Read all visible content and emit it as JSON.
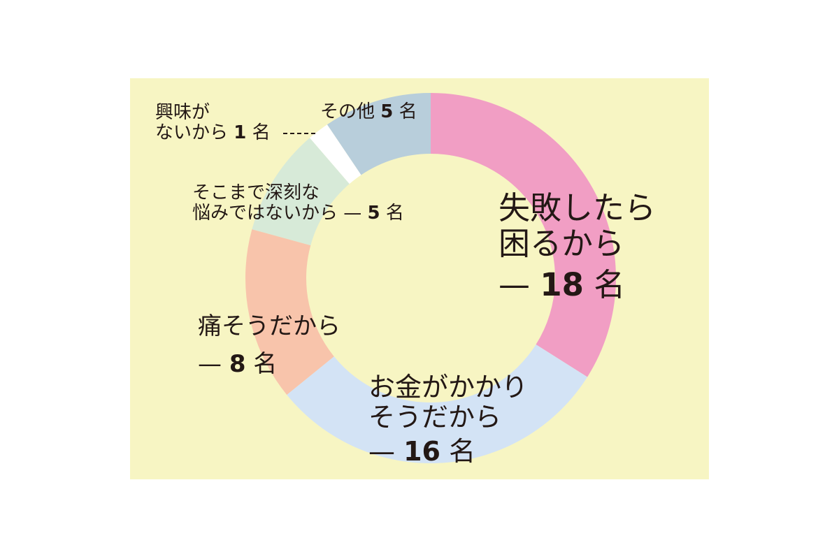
{
  "chart_data": {
    "type": "pie",
    "donut": true,
    "unit": "名",
    "colors": {
      "background": "#f7f5c3",
      "text": "#231815"
    },
    "slices": [
      {
        "label": "失敗したら困るから",
        "lines": [
          "失敗したら",
          "困るから"
        ],
        "dash": "—",
        "value": 18,
        "value_text": "18",
        "color": "#f19ec4"
      },
      {
        "label": "お金がかかりそうだから",
        "lines": [
          "お金がかかり",
          "そうだから"
        ],
        "dash": "—",
        "value": 16,
        "value_text": "16",
        "color": "#d3e3f5"
      },
      {
        "label": "痛そうだから",
        "lines": [
          "痛そうだから"
        ],
        "dash": "—",
        "value": 8,
        "value_text": "8",
        "color": "#f8c4ab"
      },
      {
        "label": "そこまで深刻な悩みではないから",
        "lines": [
          "そこまで深刻な",
          "悩みではないから"
        ],
        "dash": "—",
        "value": 5,
        "value_text": "5",
        "color": "#d7ead8"
      },
      {
        "label": "興味がないから",
        "lines": [
          "興味が",
          "ないから"
        ],
        "dash": "",
        "value": 1,
        "value_text": "1",
        "color": "#ffffff"
      },
      {
        "label": "その他",
        "lines": [
          "その他"
        ],
        "dash": "",
        "value": 5,
        "value_text": "5",
        "color": "#b8cedb"
      }
    ]
  }
}
